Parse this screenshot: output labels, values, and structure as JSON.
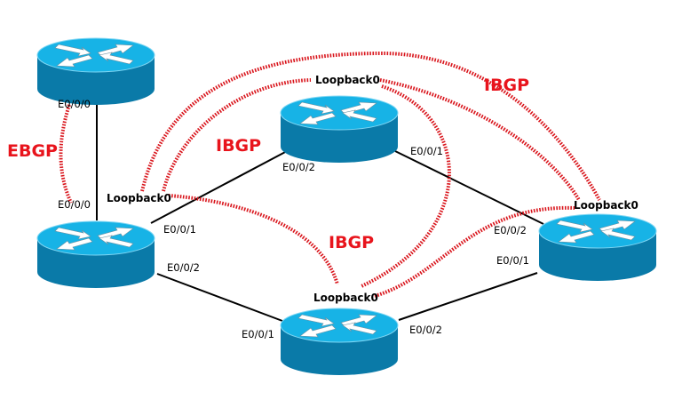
{
  "diagram": {
    "colors": {
      "router_top": "#17b3e6",
      "router_side": "#0a7aa8",
      "link": "#000000",
      "session": "#d9141b",
      "protocol_label": "#e8141c"
    },
    "routers": [
      {
        "id": "r-external",
        "icon": "router-icon"
      },
      {
        "id": "r-left",
        "icon": "router-icon"
      },
      {
        "id": "r-top",
        "icon": "router-icon"
      },
      {
        "id": "r-right",
        "icon": "router-icon"
      },
      {
        "id": "r-bottom",
        "icon": "router-icon"
      }
    ],
    "interfaces": {
      "external_e000": "E0/0/0",
      "left_e000": "E0/0/0",
      "left_e001": "E0/0/1",
      "left_e002": "E0/0/2",
      "top_e002": "E0/0/2",
      "top_e001": "E0/0/1",
      "right_e002": "E0/0/2",
      "right_e001": "E0/0/1",
      "bottom_e001": "E0/0/1",
      "bottom_e002": "E0/0/2"
    },
    "loopbacks": {
      "left": "Loopback0",
      "top": "Loopback0",
      "right": "Loopback0",
      "bottom": "Loopback0"
    },
    "protocols": {
      "ebgp": "EBGP",
      "ibgp_top_right": "IBGP",
      "ibgp_middle": "IBGP",
      "ibgp_bottom": "IBGP"
    },
    "physical_links": [
      [
        "r-external",
        "r-left"
      ],
      [
        "r-left",
        "r-top"
      ],
      [
        "r-left",
        "r-bottom"
      ],
      [
        "r-top",
        "r-right"
      ],
      [
        "r-bottom",
        "r-right"
      ]
    ],
    "bgp_sessions": [
      {
        "type": "EBGP",
        "from": "r-external",
        "to": "r-left"
      },
      {
        "type": "IBGP",
        "from": "r-left",
        "to": "r-top"
      },
      {
        "type": "IBGP",
        "from": "r-left",
        "to": "r-right"
      },
      {
        "type": "IBGP",
        "from": "r-left",
        "to": "r-bottom"
      },
      {
        "type": "IBGP",
        "from": "r-top",
        "to": "r-right"
      },
      {
        "type": "IBGP",
        "from": "r-top",
        "to": "r-bottom"
      },
      {
        "type": "IBGP",
        "from": "r-bottom",
        "to": "r-right"
      }
    ]
  }
}
